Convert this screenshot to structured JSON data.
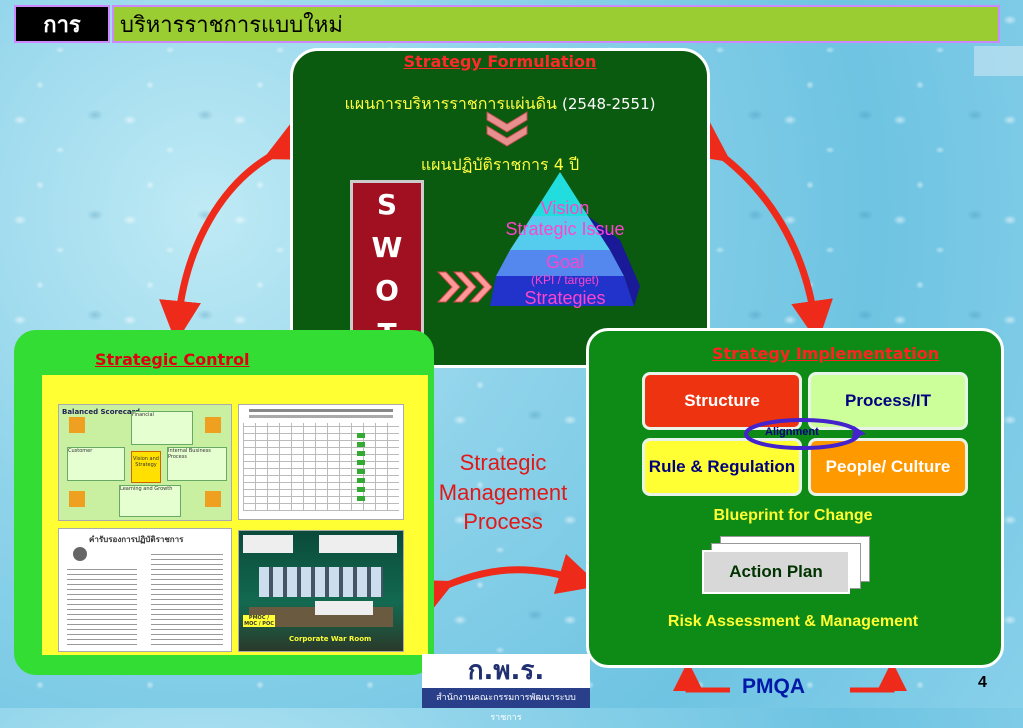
{
  "header": {
    "left": "การ",
    "title": "บริหารราชการแบบใหม่"
  },
  "formulation": {
    "title": "Strategy Formulation",
    "plan1": "แผนการบริหารราชการแผ่นดิน",
    "plan1_years": "(2548-2551)",
    "plan2": "แผนปฏิบัติราชการ 4 ปี",
    "swot": [
      "S",
      "W",
      "O",
      "T"
    ],
    "pyramid": {
      "vision": "Vision",
      "issue": "Strategic Issue",
      "goal": "Goal",
      "kpi": "(KPI / target)",
      "strategies": "Strategies"
    }
  },
  "control": {
    "title": "Strategic Control",
    "bsc": {
      "title": "Balanced Scorecard",
      "center": "Vision and Strategy",
      "tags": [
        "Financial",
        "Internal Business Process",
        "Learning and Growth",
        "Customer"
      ]
    },
    "doc_title": "คำรับรองการปฏิบัติราชการ",
    "warroom": {
      "caption": "Corporate War Room",
      "tag": "PMOC / MOC / POC"
    }
  },
  "center_label": [
    "Strategic",
    "Management",
    "Process"
  ],
  "implementation": {
    "title": "Strategy Implementation",
    "quads": {
      "structure": "Structure",
      "process": "Process/IT",
      "rule": "Rule & Regulation",
      "people": "People/ Culture"
    },
    "alignment": "Alignment",
    "blueprint": "Blueprint for Change",
    "action_plan": "Action Plan",
    "risk": "Risk Assessment & Management"
  },
  "footer": {
    "logo": "ก.พ.ร.",
    "logo_sub": "สำนักงานคณะกรรมการพัฒนาระบบราชการ",
    "pmqa": "PMQA",
    "page": "4"
  },
  "colors": {
    "arrow_red": "#ee2b1b",
    "dark_green": "#0a5a10",
    "lime": "#33dd33",
    "header_green": "#9acd32"
  }
}
